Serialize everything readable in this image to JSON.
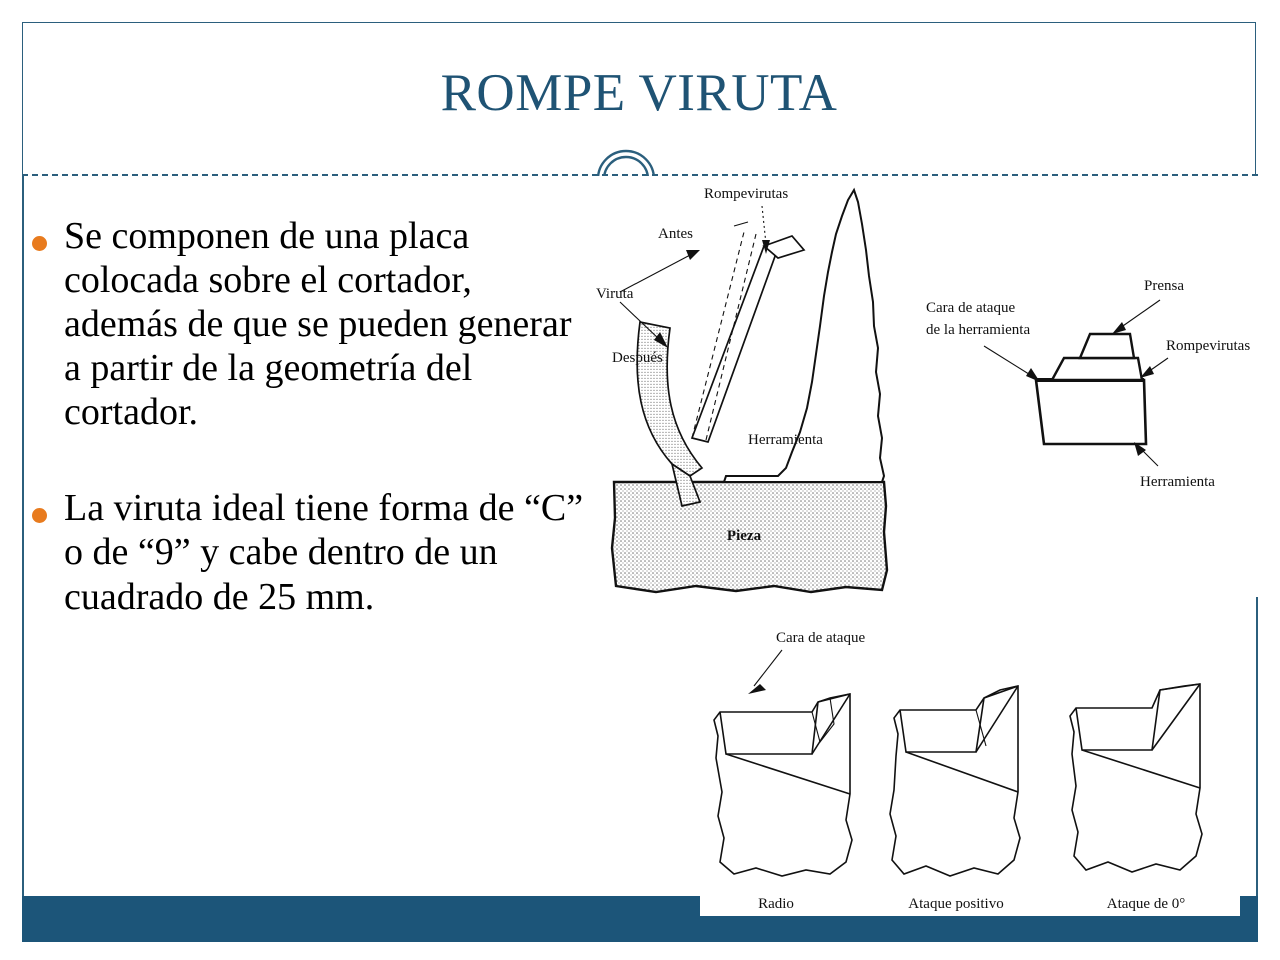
{
  "slide": {
    "title": "ROMPE VIRUTA",
    "accent_color": "#1c5579",
    "title_color": "#1f5374",
    "bullet_color": "#e87b1e",
    "background": "#ffffff"
  },
  "body": {
    "bullets": [
      "Se componen de una placa colocada sobre el cortador, además de que se pueden generar a partir de la geometría del cortador.",
      "La viruta ideal tiene forma de “C” o de “9” y cabe dentro de un cuadrado de 25 mm."
    ]
  },
  "figures": {
    "chipbreaker_side": {
      "name": "Diagrama de rompevirutas en corte",
      "labels": {
        "chipbreaker": "Rompevirutas",
        "before": "Antes",
        "chip": "Viruta",
        "after": "Después",
        "tool": "Herramienta",
        "workpiece": "Pieza"
      }
    },
    "tool_holder": {
      "name": "Herramienta con prensa y rompevirutas",
      "labels": {
        "rake_face": "Cara de ataque",
        "rake_face_line2": "de la herramienta",
        "clamp": "Prensa",
        "chipbreaker": "Rompevirutas",
        "tool": "Herramienta"
      }
    },
    "rake_faces": {
      "name": "Geometrías de cara de ataque",
      "labels": {
        "rake_face": "Cara de ataque"
      },
      "captions": [
        "Radio",
        "Ataque positivo",
        "Ataque de 0°"
      ]
    }
  }
}
